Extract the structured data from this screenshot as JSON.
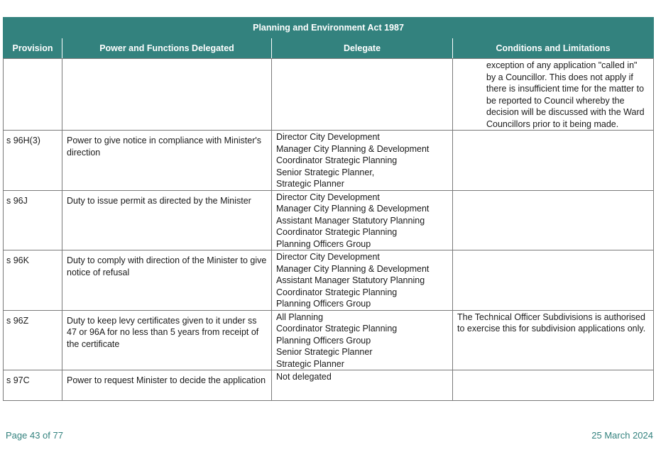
{
  "table": {
    "title": "Planning and Environment Act 1987",
    "headers": {
      "provision": "Provision",
      "power": "Power and Functions Delegated",
      "delegate": "Delegate",
      "conditions": "Conditions and Limitations"
    },
    "rows": [
      {
        "provision": "",
        "power": "",
        "delegates": [],
        "conditions": "exception of any application \"called in\" by a Councillor. This does not apply if there is insufficient time for the matter to be reported to Council whereby the decision will be discussed with the Ward Councillors prior to it being made."
      },
      {
        "provision": "s 96H(3)",
        "power": "Power to give notice in compliance with Minister's direction",
        "delegates": [
          "Director City Development",
          "Manager City Planning & Development",
          "Coordinator Strategic Planning",
          "Senior Strategic Planner,",
          "Strategic Planner"
        ],
        "conditions": ""
      },
      {
        "provision": "s 96J",
        "power": "Duty to issue permit as directed by the Minister",
        "delegates": [
          "Director City Development",
          "Manager City Planning & Development",
          "Assistant Manager Statutory Planning",
          "Coordinator Strategic Planning",
          "Planning Officers Group"
        ],
        "conditions": ""
      },
      {
        "provision": "s 96K",
        "power": "Duty to comply with direction of the Minister to give notice of refusal",
        "delegates": [
          "Director City Development",
          "Manager City Planning & Development",
          "Assistant Manager Statutory Planning",
          "Coordinator Strategic Planning",
          "Planning Officers Group"
        ],
        "conditions": ""
      },
      {
        "provision": "s 96Z",
        "power": "Duty to keep levy certificates given to it under ss 47 or 96A for no less than 5 years from receipt of the certificate",
        "delegates": [
          "All Planning",
          "Coordinator Strategic Planning",
          "Planning Officers Group",
          "Senior Strategic Planner",
          "Strategic Planner"
        ],
        "conditions": "The Technical Officer Subdivisions is authorised to exercise this for subdivision applications only."
      },
      {
        "provision": "s 97C",
        "power": " Power to request Minister to decide the application",
        "delegates": [
          "Not delegated"
        ],
        "conditions": ""
      }
    ]
  },
  "footer": {
    "page": "Page 43 of 77",
    "date": "25 March 2024"
  }
}
